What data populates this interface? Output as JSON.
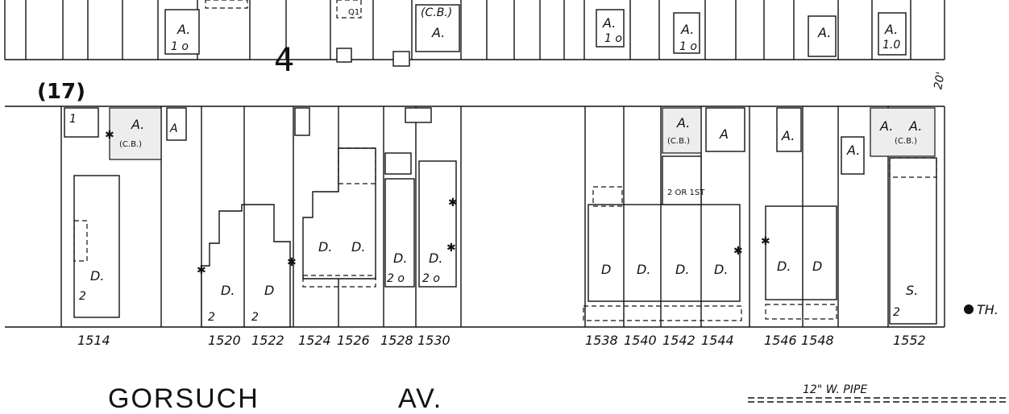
{
  "map": {
    "block_label": "(17)",
    "block_number": "4",
    "dimension_label": "20'",
    "street_name_1": "GORSUCH",
    "street_name_2": "AV.",
    "pipe_label": "12\" W. PIPE",
    "hydrant_label": "TH.",
    "lots": [
      {
        "addr": "1514"
      },
      {
        "addr": "1520"
      },
      {
        "addr": "1522"
      },
      {
        "addr": "1524"
      },
      {
        "addr": "1526"
      },
      {
        "addr": "1528"
      },
      {
        "addr": "1530"
      },
      {
        "addr": "1538"
      },
      {
        "addr": "1540"
      },
      {
        "addr": "1542"
      },
      {
        "addr": "1544"
      },
      {
        "addr": "1546"
      },
      {
        "addr": "1548"
      },
      {
        "addr": "1552"
      }
    ],
    "building_codes": {
      "dwelling": "D.",
      "auto": "A.",
      "store": "S.",
      "concrete_block": "(C.B.)"
    }
  }
}
